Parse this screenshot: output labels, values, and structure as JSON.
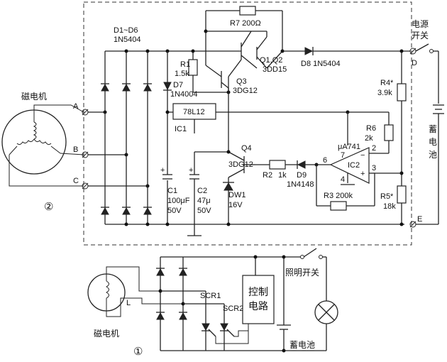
{
  "top_circuit": {
    "tag": "②",
    "magneto_label": "磁电机",
    "terminals": [
      "A",
      "B",
      "C"
    ],
    "bridge_label": "D1~D6",
    "bridge_part": "1N5404",
    "r7": "R7  200Ω",
    "r1": "R1",
    "r1_val": "1.5k",
    "d7": "D7",
    "d7_part": "1N4004",
    "q12": "Q1,Q2",
    "q12_part": "3DD15",
    "q3": "Q3",
    "q3_part": "3DG12",
    "d8": "D8  1N5404",
    "ic1_part": "78L12",
    "ic1": "IC1",
    "power_switch": [
      "电源",
      "开关"
    ],
    "term_d": "D",
    "term_e": "E",
    "r4": "R4*",
    "r4_val": "3.9k",
    "battery": [
      "蓄",
      "电",
      "池"
    ],
    "r6": "R6",
    "r6_val": "2k",
    "ic2_part": "μA741",
    "ic2": "IC2",
    "pin6": "6",
    "pin7": "7",
    "pin4": "4",
    "pin2": "2",
    "pin3": "3",
    "minus": "−",
    "plus": "+",
    "q4": "Q4",
    "q4_part": "3DG12",
    "r2": "R2",
    "r2_val": "1k",
    "d9": "D9",
    "d9_part": "1N4148",
    "r3": "R3  200k",
    "r5": "R5*",
    "r5_val": "18k",
    "c1": [
      "C1",
      "100μF",
      "50V"
    ],
    "c2": [
      "C2",
      "47μ",
      "50V"
    ],
    "dw1": [
      "DW1",
      "16V"
    ]
  },
  "bottom_circuit": {
    "tag": "①",
    "magneto_label": "磁电机",
    "coil_label": "L",
    "scr1": "SCR1",
    "scr2": "SCR2",
    "control": [
      "控制",
      "电路"
    ],
    "lamp_switch": "照明开关",
    "battery": "蓄电池"
  }
}
